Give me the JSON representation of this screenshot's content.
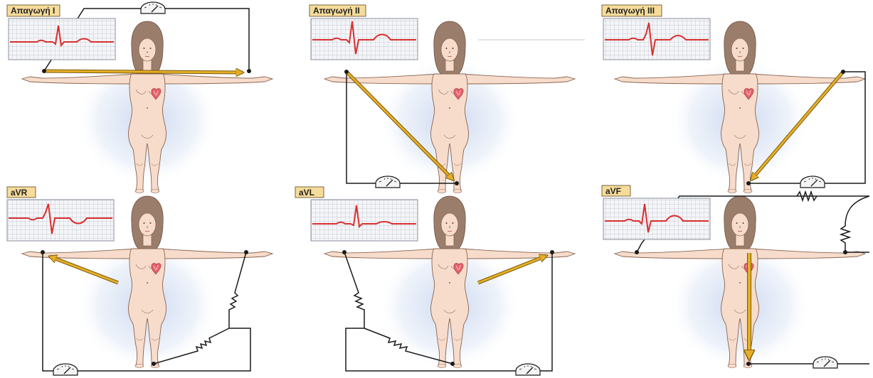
{
  "panels": [
    {
      "id": "lead-i",
      "label": "Απαγωγή I",
      "wave": "lead-i"
    },
    {
      "id": "lead-ii",
      "label": "Απαγωγή II",
      "wave": "lead-ii"
    },
    {
      "id": "lead-iii",
      "label": "Απαγωγή III",
      "wave": "lead-iii"
    },
    {
      "id": "avr",
      "label": "aVR",
      "wave": "avr"
    },
    {
      "id": "avl",
      "label": "aVL",
      "wave": "avl"
    },
    {
      "id": "avf",
      "label": "aVF",
      "wave": "avf"
    }
  ],
  "colors": {
    "label_bg": "#f6dc9a",
    "ecg_grid": "#b9bdc6",
    "ecg_trace": "#d9302f",
    "skin": "#f7dccb",
    "skin_outline": "#8a6552",
    "hair": "#9b7d6b",
    "glow": "#c9d6ef",
    "heart": "#e4626c",
    "vector": "#e5ae25",
    "wire": "#1a1a1a"
  }
}
